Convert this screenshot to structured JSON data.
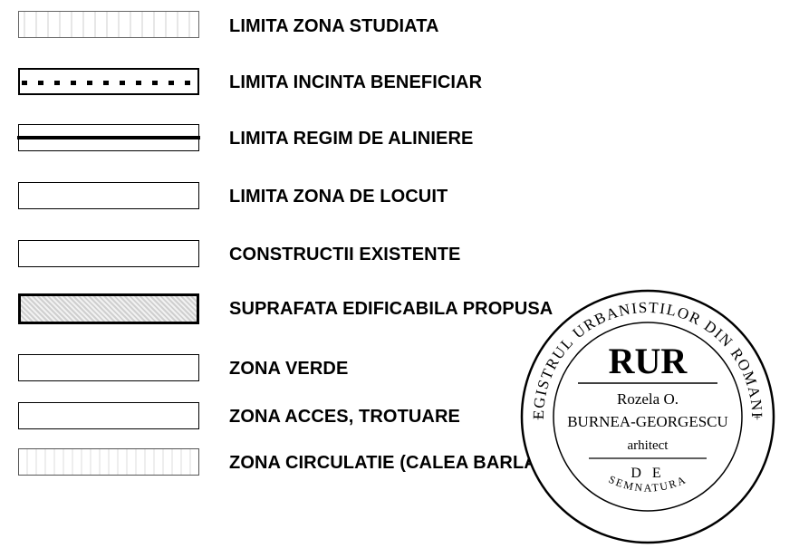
{
  "legend": {
    "items": [
      {
        "label": "LIMITA ZONA STUDIATA"
      },
      {
        "label": "LIMITA INCINTA BENEFICIAR"
      },
      {
        "label": "LIMITA REGIM DE ALINIERE"
      },
      {
        "label": "LIMITA ZONA DE LOCUIT"
      },
      {
        "label": "CONSTRUCTII EXISTENTE"
      },
      {
        "label": "SUPRAFATA EDIFICABILA PROPUSA"
      },
      {
        "label": "ZONA VERDE"
      },
      {
        "label": "ZONA ACCES, TROTUARE"
      },
      {
        "label": "ZONA CIRCULATIE (CALEA BARLADULUI)"
      }
    ]
  },
  "stamp": {
    "ring_text": "REGISTRUL URBANISTILOR DIN ROMANIA",
    "center_title": "RUR",
    "name_line1": "Rozela O.",
    "name_line2": "BURNEA-GEORGESCU",
    "line3": "arhitect",
    "line4": "D E",
    "ring_bottom": "SEMNATURA",
    "ring_left_sym": "+",
    "ring_right_sym": "+"
  }
}
